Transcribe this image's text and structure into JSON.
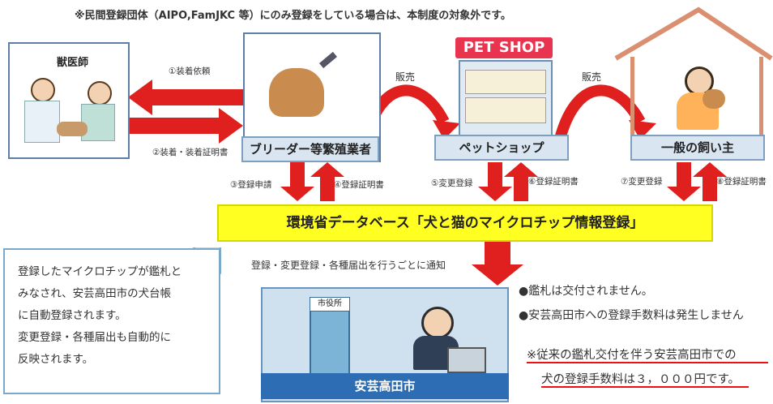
{
  "top_note": "※民間登録団体（AIPO,FamJKC 等）にのみ登録をしている場合は、本制度の対象外です。",
  "nodes": {
    "vet": "獣医師",
    "breeder": "ブリーダー等繁殖業者",
    "petshop_sign": "PET SHOP",
    "petshop": "ペットショップ",
    "owner": "一般の飼い主",
    "city": "安芸高田市",
    "city_office_sign": "市役所"
  },
  "arrows": {
    "a1": "①装着依頼",
    "a2": "②装着・装着証明書",
    "sale1": "販売",
    "sale2": "販売",
    "a3": "③登録申請",
    "a4": "④登録証明書",
    "a5": "⑤変更登録",
    "a6": "⑥登録証明書",
    "a7": "⑦変更登録",
    "a8": "⑧登録証明書",
    "notify": "登録・変更登録・各種届出を行うごとに通知"
  },
  "database": "環境省データベース「犬と猫のマイクロチップ情報登録」",
  "callout": [
    "登録したマイクロチップが鑑札と",
    "みなされ、安芸高田市の犬台帳",
    "に自動登録されます。",
    "変更登録・各種届出も自動的に",
    "反映されます。"
  ],
  "bullets": [
    "●鑑札は交付されません。",
    "●安芸高田市への登録手数料は発生しません"
  ],
  "red_note": [
    "※従来の鑑札交付を伴う安芸高田市での",
    "犬の登録手数料は３，０００円です。"
  ],
  "colors": {
    "arrow": "#e0201f",
    "database": "#ffff22",
    "city_band": "#2d6db3",
    "sign": "#e8344e"
  }
}
